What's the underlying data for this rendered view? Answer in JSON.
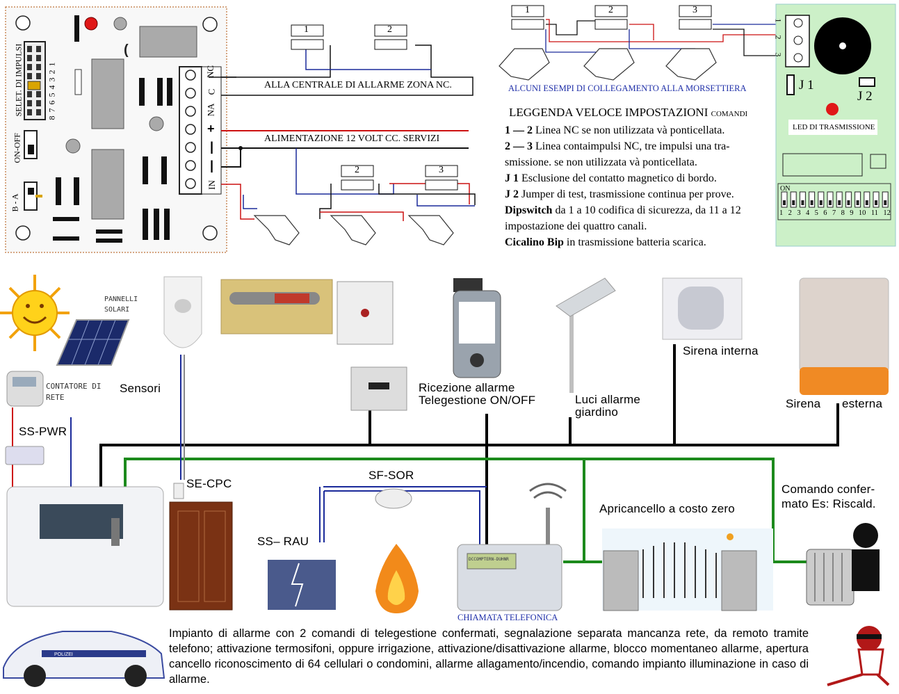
{
  "board_left": {
    "vertical_labels": {
      "impulse_selector": "SELET. DI IMPULSI",
      "on_off": "ON-OFF",
      "b_a": "B - A",
      "impulse_numbers": "8 7 6 5 4 3 2 1"
    },
    "terminal_labels": [
      "NC",
      "C",
      "NA",
      "+",
      "|",
      "|",
      "IN"
    ]
  },
  "wires_left": {
    "zone_line": "ALLA CENTRALE DI ALLARME ZONA NC.",
    "power_line": "ALIMENTAZIONE 12 VOLT CC. SERVIZI"
  },
  "contacts": {
    "top_contacts": [
      "1",
      "2"
    ],
    "bottom_contacts": [
      "2",
      "3"
    ],
    "right_contacts": [
      "1",
      "2",
      "3"
    ]
  },
  "examples_caption": "ALCUNI ESEMPI DI COLLEGAMENTO ALLA MORSETTIERA",
  "board_right": {
    "terminal_numbers": [
      "1",
      "2",
      "3"
    ],
    "j1": "J 1",
    "j2": "J 2",
    "led_label": "LED DI TRASMISSIONE",
    "dip_on": "ON",
    "dip_numbers": [
      "1",
      "2",
      "3",
      "4",
      "5",
      "6",
      "7",
      "8",
      "9",
      "10",
      "11",
      "12"
    ]
  },
  "legend": {
    "title": "LEGGENDA VELOCE IMPOSTAZIONI",
    "title_small": "COMANDI",
    "lines": [
      {
        "bold": "1 — 2",
        "text": " Linea NC se non utilizzata và ponticellata."
      },
      {
        "bold": "2 — 3",
        "text": " Linea contaimpulsi NC, tre impulsi una tra-smissione. se non utilizzata và ponticellata."
      },
      {
        "bold": "J 1",
        "text": " Esclusione del contatto magnetico di bordo."
      },
      {
        "bold": "J 2",
        "text": " Jumper di test, trasmissione continua per prove."
      },
      {
        "bold": "Dipswitch",
        "text": " da 1 a 10 codifica di sicurezza, da 11 a 12 impostazione dei quattro canali."
      },
      {
        "bold": "Cicalino Bip",
        "text": " in trasmissione batteria scarica."
      }
    ]
  },
  "system": {
    "solar_panels": "PANNELLI SOLARI",
    "meter": "CONTATORE DI RETE",
    "sensors": "Sensori",
    "ss_pwr": "SS-PWR",
    "alarm_reception": "Ricezione allarme",
    "remote_management": "Telegestione ON/OFF",
    "garden_lights": "Luci allarme giardino",
    "internal_siren": "Sirena interna",
    "external_siren_a": "Sirena",
    "external_siren_b": "esterna",
    "se_cpc": "SE-CPC",
    "sf_sor": "SF-SOR",
    "ss_rau": "SS– RAU",
    "gate_opener": "Apricancello a costo zero",
    "confirmed_command": "Comando confer-mato Es: Riscald.",
    "phone_call": "CHIAMATA TELEFONICA",
    "lcd_text": "DCCOMPTERN-DUHNR",
    "caption": "Impianto di allarme con 2 comandi di telegestione confermati, segnalazione separata mancanza rete, da remoto tramite telefono; attivazione termosifoni, oppure irrigazione, attivazione/disattivazione allarme, blocco momentaneo allarme, apertura cancello riconoscimento di 64 cellulari o condomini, allarme allagamento/incendio, comando impianto illuminazione in caso di allarme.",
    "police_text": "POLIZEI"
  },
  "colors": {
    "board_bg": "#f7f7f7",
    "right_board_bg": "#ccf0c8",
    "red_wire": "#cc1111",
    "blue_wire": "#1a2a9a",
    "green_bus": "#1c8a1c",
    "black_bus": "#000000",
    "examples_caption_color": "#1f2fa8",
    "phone_call_color": "#1f2fa8"
  }
}
